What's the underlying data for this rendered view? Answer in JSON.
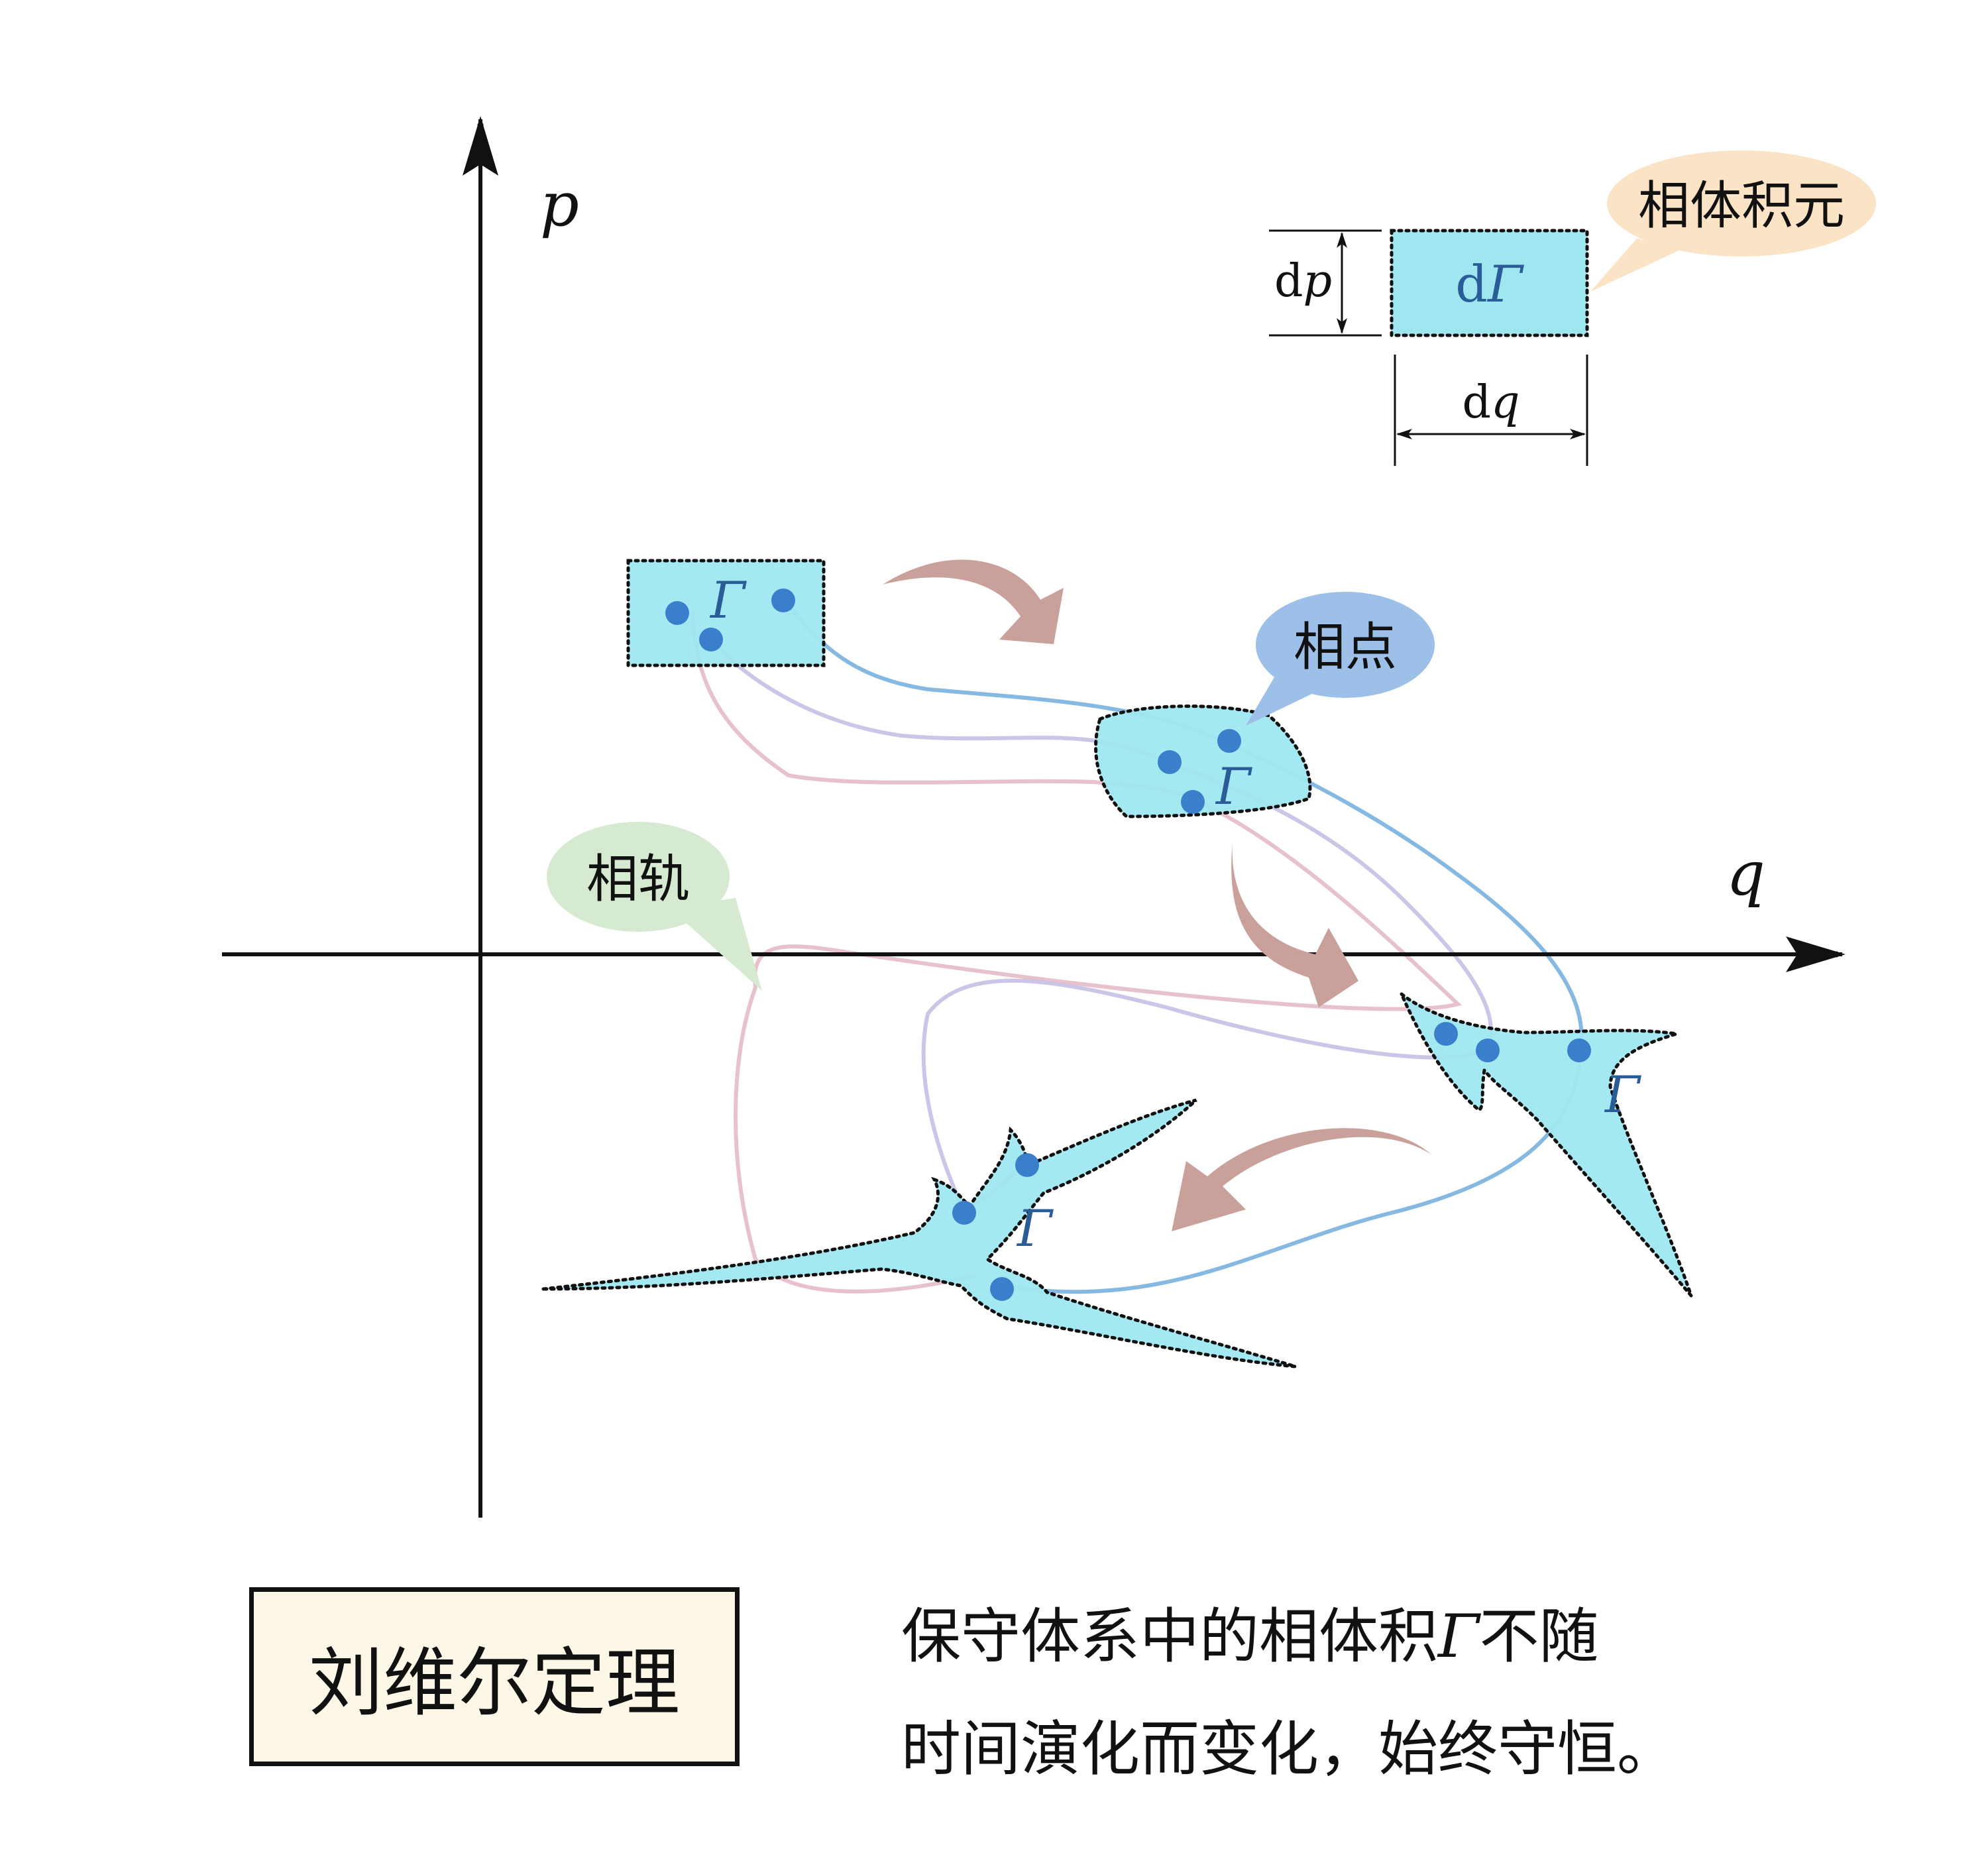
{
  "axes": {
    "p_label": "p",
    "q_label": "q"
  },
  "element_inset": {
    "dp_prefix": "d",
    "dp_var": "p",
    "dq_prefix": "d",
    "dq_var": "q",
    "box_prefix": "d",
    "box_var": "Γ",
    "callout": "相体积元"
  },
  "callouts": {
    "phase_point": "相点",
    "phase_trajectory": "相轨"
  },
  "region_labels": [
    "Γ",
    "Γ",
    "Γ",
    "Γ"
  ],
  "title": "刘维尔定理",
  "caption": {
    "line1_before": "保守体系中的相体积",
    "line1_symbol": "Γ",
    "line1_after": "不随",
    "line2": "时间演化而变化，始终守恒。"
  },
  "colors": {
    "region_fill": "#9fe7f0",
    "point": "#3a7fcc",
    "traj_blue": "#7fb5e0",
    "traj_purple": "#c5c0e6",
    "traj_pink": "#e3b6c2",
    "arrow": "#c9a19a",
    "callout_orange": "#fbe3c6",
    "callout_blue": "#9cc0e8",
    "callout_green": "#d6ead2",
    "title_bg": "#fdf7e8",
    "greek": "#2a5d98"
  }
}
